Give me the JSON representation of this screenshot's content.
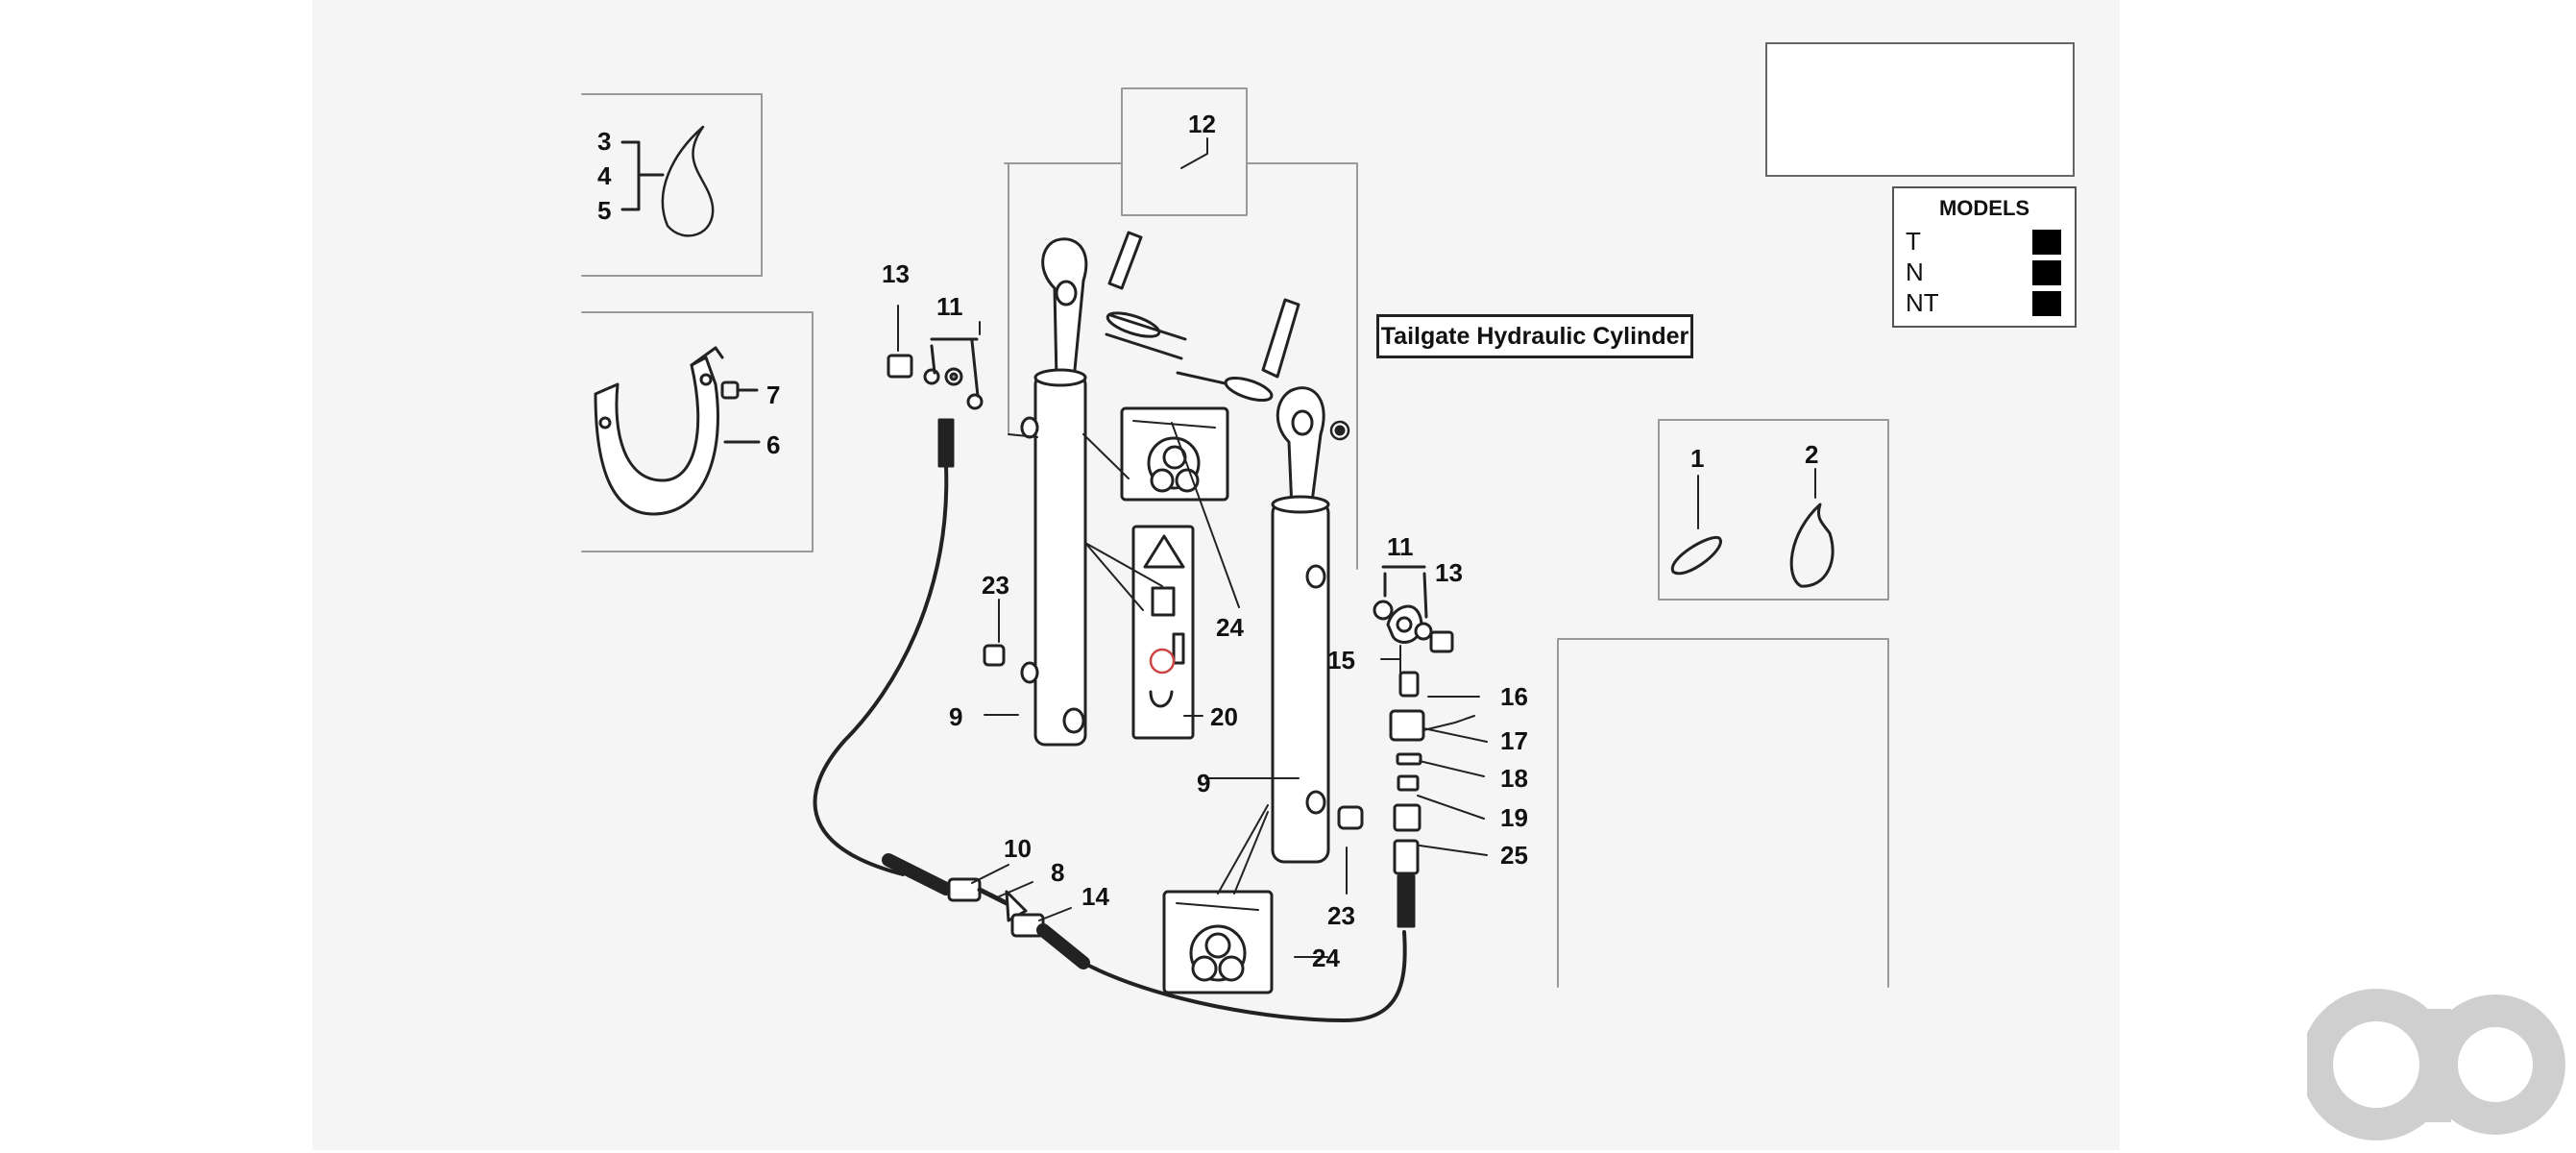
{
  "diagram": {
    "title": "Tailgate Hydraulic Cylinder",
    "models": {
      "heading": "MODELS",
      "items": [
        {
          "code": "T"
        },
        {
          "code": "N"
        },
        {
          "code": "NT"
        }
      ]
    },
    "callouts": [
      {
        "id": "c-3",
        "label": "3"
      },
      {
        "id": "c-4",
        "label": "4"
      },
      {
        "id": "c-5",
        "label": "5"
      },
      {
        "id": "c-7",
        "label": "7"
      },
      {
        "id": "c-6",
        "label": "6"
      },
      {
        "id": "c-13a",
        "label": "13"
      },
      {
        "id": "c-11a",
        "label": "11"
      },
      {
        "id": "c-12",
        "label": "12"
      },
      {
        "id": "c-23a",
        "label": "23"
      },
      {
        "id": "c-9a",
        "label": "9"
      },
      {
        "id": "c-24a",
        "label": "24"
      },
      {
        "id": "c-20",
        "label": "20"
      },
      {
        "id": "c-11b",
        "label": "11"
      },
      {
        "id": "c-13b",
        "label": "13"
      },
      {
        "id": "c-15",
        "label": "15"
      },
      {
        "id": "c-16",
        "label": "16"
      },
      {
        "id": "c-17",
        "label": "17"
      },
      {
        "id": "c-18",
        "label": "18"
      },
      {
        "id": "c-19",
        "label": "19"
      },
      {
        "id": "c-25",
        "label": "25"
      },
      {
        "id": "c-9b",
        "label": "9"
      },
      {
        "id": "c-23b",
        "label": "23"
      },
      {
        "id": "c-24b",
        "label": "24"
      },
      {
        "id": "c-10",
        "label": "10"
      },
      {
        "id": "c-8",
        "label": "8"
      },
      {
        "id": "c-14",
        "label": "14"
      },
      {
        "id": "c-1",
        "label": "1"
      },
      {
        "id": "c-2",
        "label": "2"
      }
    ]
  }
}
